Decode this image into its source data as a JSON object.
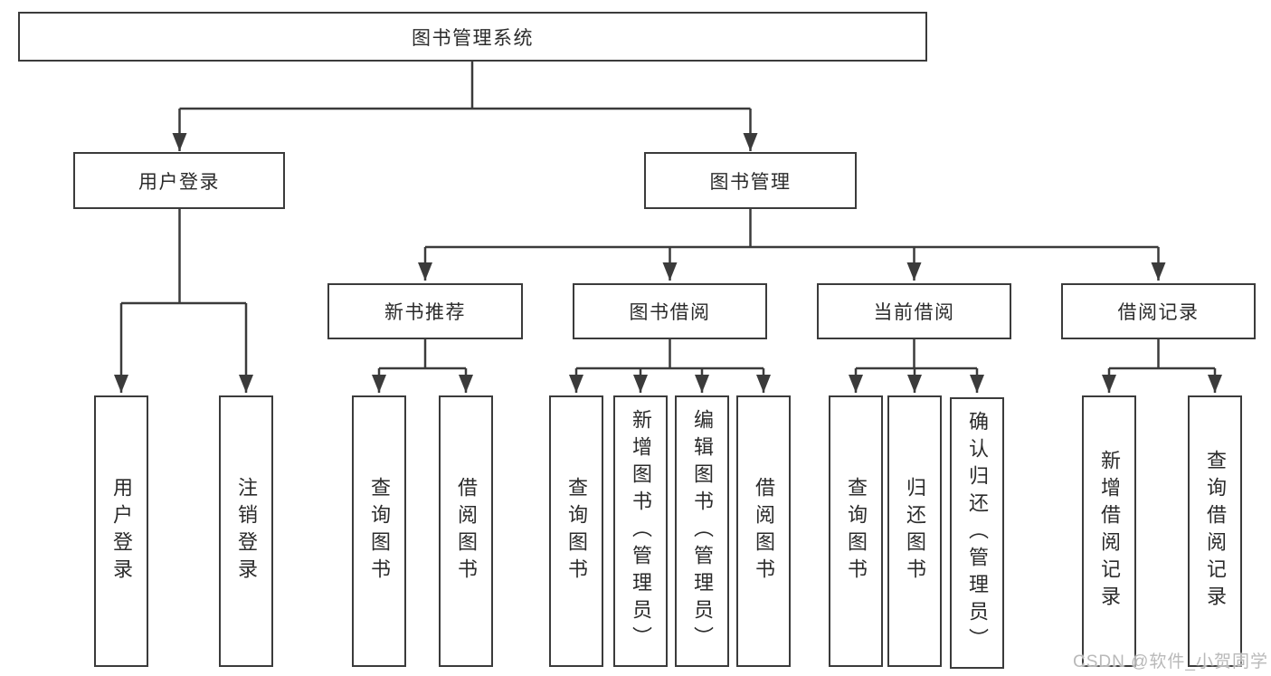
{
  "colors": {
    "line": "#3b3b3b",
    "box_border": "#3b3b3b",
    "text": "#2b2b2b",
    "background": "#ffffff",
    "watermark": "#b9b9b9"
  },
  "tree": {
    "root": "图书管理系统",
    "login": {
      "label": "用户登录",
      "children": [
        "用户登录",
        "注销登录"
      ]
    },
    "management": {
      "label": "图书管理"
    },
    "sections": [
      {
        "label": "新书推荐",
        "children": [
          "查询图书",
          "借阅图书"
        ]
      },
      {
        "label": "图书借阅",
        "children": [
          "查询图书",
          "新增图书（管理员）",
          "编辑图书（管理员）",
          "借阅图书"
        ]
      },
      {
        "label": "当前借阅",
        "children": [
          "查询图书",
          "归还图书",
          "确认归还（管理员）"
        ]
      },
      {
        "label": "借阅记录",
        "children": [
          "新增借阅记录",
          "查询借阅记录"
        ]
      }
    ]
  },
  "watermark": {
    "text": "CSDN @软件_小贺同学"
  }
}
